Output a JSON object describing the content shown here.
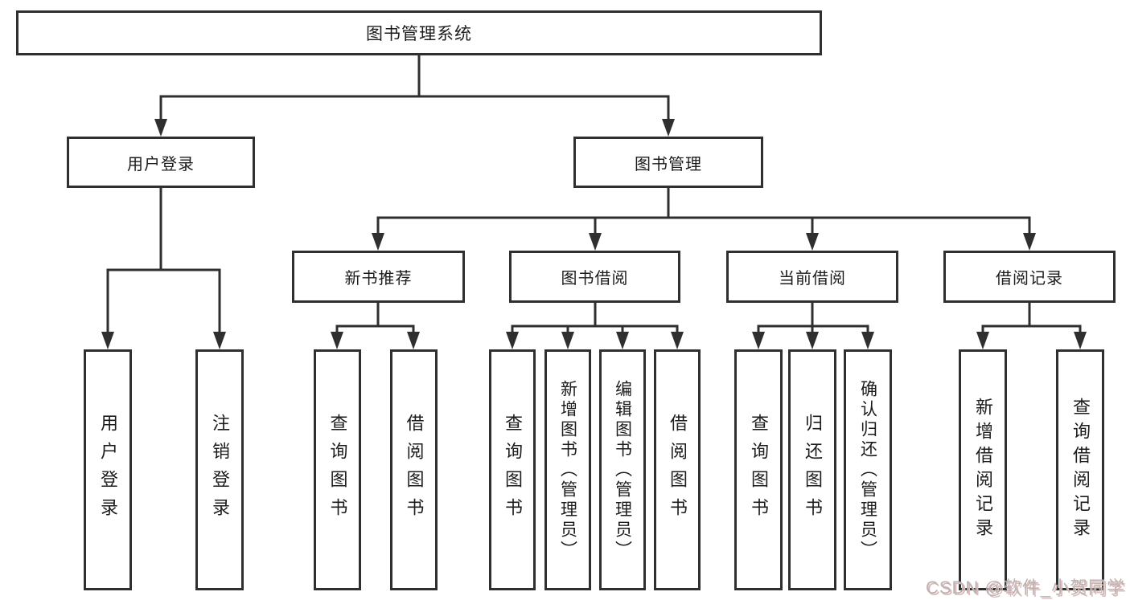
{
  "diagram": {
    "root": {
      "label": "图书管理系统"
    },
    "level2": {
      "user_login": "用户登录",
      "book_management": "图书管理"
    },
    "level3": {
      "new_book_recommend": "新书推荐",
      "book_borrowing": "图书借阅",
      "current_borrowing": "当前借阅",
      "borrowing_records": "借阅记录"
    },
    "leaves": {
      "user_login": "用户登录",
      "logout": "注销登录",
      "query_books_recommend": "查询图书",
      "borrow_books_recommend": "借阅图书",
      "query_books_borrowing": "查询图书",
      "add_books_admin": "新增图书（管理员）",
      "edit_books_admin": "编辑图书（管理员）",
      "borrow_books_borrowing": "借阅图书",
      "query_books_current": "查询图书",
      "return_books": "归还图书",
      "confirm_return_admin": "确认归还（管理员）",
      "add_borrow_record": "新增借阅记录",
      "query_borrow_record": "查询借阅记录"
    },
    "colors": {
      "line": "#2f2f2f",
      "box_border": "#2f2f2f",
      "text": "#1c1c1c",
      "background": "#ffffff"
    }
  },
  "watermark": {
    "text": "CSDN @软件_小贺同学"
  }
}
